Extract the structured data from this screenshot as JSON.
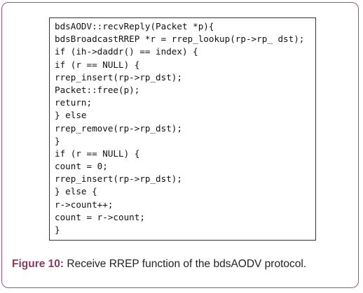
{
  "code": {
    "lines": [
      "bdsAODV::recvReply(Packet *p){",
      "bdsBroadcastRREP *r = rrep_lookup(rp->rp_ dst);",
      "if (ih->daddr() == index) {",
      "if (r == NULL) {",
      "rrep_insert(rp->rp_dst);",
      "Packet::free(p);",
      "return;",
      "} else",
      "rrep_remove(rp->rp_dst);",
      "}",
      "if (r == NULL) {",
      "count = 0;",
      "rrep_insert(rp->rp_dst);",
      "} else {",
      "r->count++;",
      "count = r->count;",
      "}"
    ]
  },
  "caption": {
    "label": "Figure 10:",
    "text": " Receive RREP function of the bdsAODV protocol."
  },
  "colors": {
    "frame_border": "#a44e7c",
    "caption_label": "#8a3a66"
  }
}
